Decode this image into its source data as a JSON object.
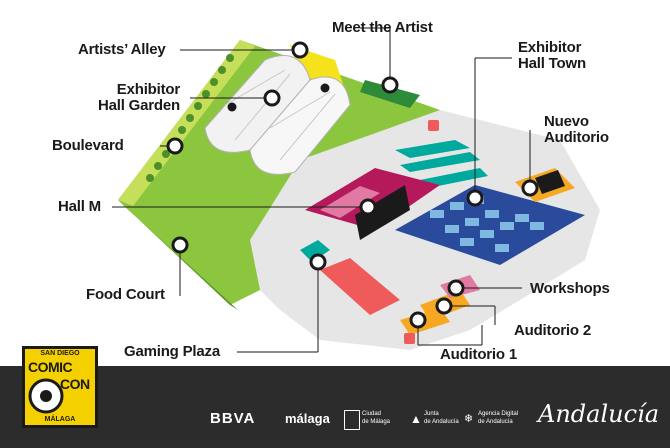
{
  "map": {
    "labels": {
      "artists_alley": "Artists’ Alley",
      "meet_the_artist": "Meet the Artist",
      "exhibitor_hall_garden_1": "Exhibitor",
      "exhibitor_hall_garden_2": "Hall Garden",
      "exhibitor_hall_town_1": "Exhibitor",
      "exhibitor_hall_town_2": "Hall Town",
      "boulevard": "Boulevard",
      "nuevo_auditorio_1": "Nuevo",
      "nuevo_auditorio_2": "Auditorio",
      "hall_m": "Hall M",
      "food_court": "Food Court",
      "workshops": "Workshops",
      "auditorio_2": "Auditorio 2",
      "gaming_plaza": "Gaming Plaza",
      "auditorio_1": "Auditorio 1"
    },
    "colors": {
      "grass": "#8cc63f",
      "grass_light": "#c5df5a",
      "plaza": "#e6e6e6",
      "hall_m": "#b5195c",
      "hall_town": "#2a4a9c",
      "teal": "#00a99d",
      "auditorio": "#f7a823",
      "gaming": "#ef5b5b",
      "dome": "#f2f2f2",
      "yellow": "#f5e11c"
    },
    "icons": [
      "info-icon",
      "medical-cross-icon",
      "toilet-icon",
      "atm-icon",
      "location-pin-icon"
    ]
  },
  "logo": {
    "top_text": "SAN DIEGO",
    "line1": "COMIC",
    "line2": "CON",
    "bottom_text": "MÁLAGA"
  },
  "sponsors": {
    "bbva": "BBVA",
    "malaga": "málaga",
    "ciudad_1": "Ciudad",
    "ciudad_2": "de Málaga",
    "junta_1": "Junta",
    "junta_2": "de Andalucía",
    "agencia_1": "Agencia Digital",
    "agencia_2": "de Andalucía",
    "andalucia": "Andalucía"
  }
}
